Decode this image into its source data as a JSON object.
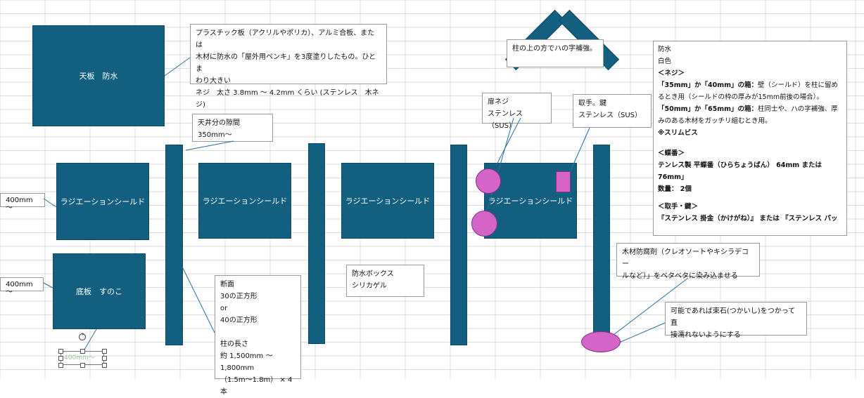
{
  "blocks": {
    "top_board": "天板　防水",
    "shield1": "ラジエーションシールド",
    "shield2": "ラジエーションシールド",
    "shield3": "ラジエーションシールド",
    "shield4": "ラジエーションシールド",
    "bottom_board": "底板　すのこ"
  },
  "notes": {
    "board_material": "プラスチック板（アクリルやポリカ）、アルミ合板、または\n木材に防水の「屋外用ペンキ」を3度塗りしたもの。ひとま\nわり大きい\nネジ　太さ 3.8mm 〜 4.2mm くらい (ステンレス　木ネジ)",
    "ceiling_gap": "天井分の隙間\n350mm～",
    "pole_top": "柱の上の方でハの字補強。",
    "hinge_screw": "扉ネジ\nステンレス（SUS）",
    "handle_lock": "取手。鍵\nステンレス（SUS）",
    "dim1": "400mm～",
    "dim2": "400mm～",
    "dim3": "400mm～",
    "cross_section": "断面\n30の正方形\nor\n40の正方形\n\n柱の長さ\n約 1,500mm 〜 1,800mm\n（1.5m〜1.8m） × 4本",
    "waterproof_box": "防水ボックス\nシリカゲル",
    "preservative": "木材防腐剤（クレオソートやキシラデコー\nルなど）」をベタベタに染み込ませる",
    "foundation_stone": "可能であれば束石(つかいし)をつかって直\n接濡れないようにする"
  },
  "info": {
    "line1": "防水",
    "line2": "白色",
    "screw_header": "＜ネジ＞",
    "screw1_bold": "「35mm」か「40mm」の箱：",
    "screw1_text": "壁（シールド）を柱に留めるとき用（シールドの枠の厚みが15mm前後の場合）。",
    "screw2_bold": "「50mm」か「65mm」の箱：",
    "screw2_text": "柱同士や、ハの字補強、厚みのある木材をガッチリ組むとき用。",
    "slim": "※スリムビス",
    "hinge_header": "＜蝶番＞",
    "hinge_text": "テンレス製 平蝶番（ひらちょうばん） 64mm または 76mm」",
    "hinge_qty": "数量： 2個",
    "handle_header": "＜取手・鍵＞",
    "handle_text": "『ステンレス 掛金（かけがね）』 または 『ステンレス パッ"
  }
}
